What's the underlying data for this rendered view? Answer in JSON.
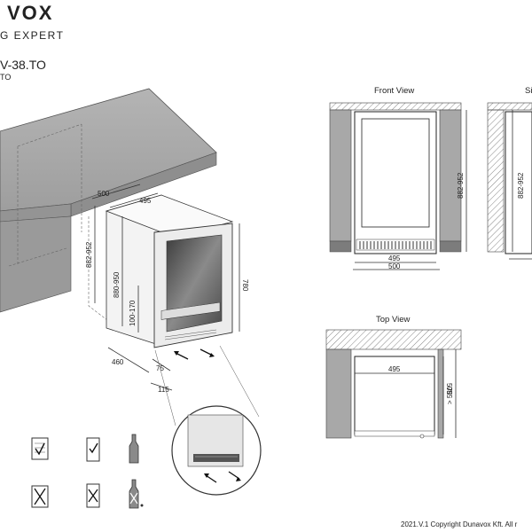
{
  "brand": {
    "logo_text": "VOX",
    "tagline": "G EXPERT"
  },
  "model": {
    "code": "V-38.TO",
    "subcode": "TO"
  },
  "views": {
    "front": "Front View",
    "side": "Si",
    "top": "Top View"
  },
  "dims_3d": {
    "niche_width": "500",
    "unit_width": "495",
    "niche_height": "882-952",
    "unit_height": "880-950",
    "plinth": "100-170",
    "door_height": "780",
    "depth": "460",
    "gap_front": "75",
    "gap_side": "115"
  },
  "dims_front": {
    "height": "882-952",
    "inner_width": "495",
    "outer_width": "500"
  },
  "dims_side": {
    "height": "882-952"
  },
  "dims_top": {
    "width": "495",
    "depth": "575",
    "min_depth": "> 580"
  },
  "copyright": "2021.V.1 Copyright Dunavox Kft. All r"
}
